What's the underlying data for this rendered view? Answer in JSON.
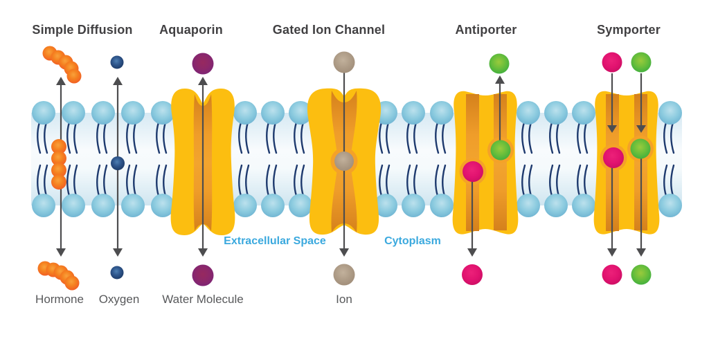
{
  "title_labels": [
    {
      "label": "Simple Diffusion"
    },
    {
      "label": "Aquaporin"
    },
    {
      "label": "Gated Ion Channel"
    },
    {
      "label": "Antiporter"
    },
    {
      "label": "Symporter"
    }
  ],
  "molecule_labels": [
    {
      "label": "Hormone"
    },
    {
      "label": "Oxygen"
    },
    {
      "label": "Water Molecule"
    },
    {
      "label": "Ion"
    }
  ],
  "region_labels": [
    {
      "label": "Extracellular Space"
    },
    {
      "label": "Cytoplasm"
    }
  ],
  "transporters": [
    {
      "name": "Simple Diffusion",
      "cargo": [
        "Hormone",
        "Oxygen"
      ],
      "arrow_direction": "bidirectional"
    },
    {
      "name": "Aquaporin",
      "cargo": [
        "Water Molecule"
      ],
      "arrow_direction": "bidirectional"
    },
    {
      "name": "Gated Ion Channel",
      "cargo": [
        "Ion"
      ],
      "arrow_direction": "downward"
    },
    {
      "name": "Antiporter",
      "cargo": [
        "green solute",
        "pink solute"
      ],
      "arrow_direction": "opposite (green up, pink down)"
    },
    {
      "name": "Symporter",
      "cargo": [
        "pink solute",
        "green solute"
      ],
      "arrow_direction": "both downward"
    }
  ],
  "colors": {
    "title_text": "#414042",
    "label_text": "#58595B",
    "region_text": "#3BA9DE",
    "lipid_head": "#7FC3DB",
    "lipid_tail": "#1E3A6E",
    "channel_yellow": "#FCBE10",
    "channel_pore_orange": "#EE9C2A",
    "arrow": "#4D4D4F",
    "hormone_orange": "#F15A24",
    "oxygen_navy": "#1B3864",
    "water_purple": "#7D2478",
    "ion_tan": "#A89582",
    "solute_green": "#3DAE3E",
    "solute_pink": "#E0116E"
  }
}
